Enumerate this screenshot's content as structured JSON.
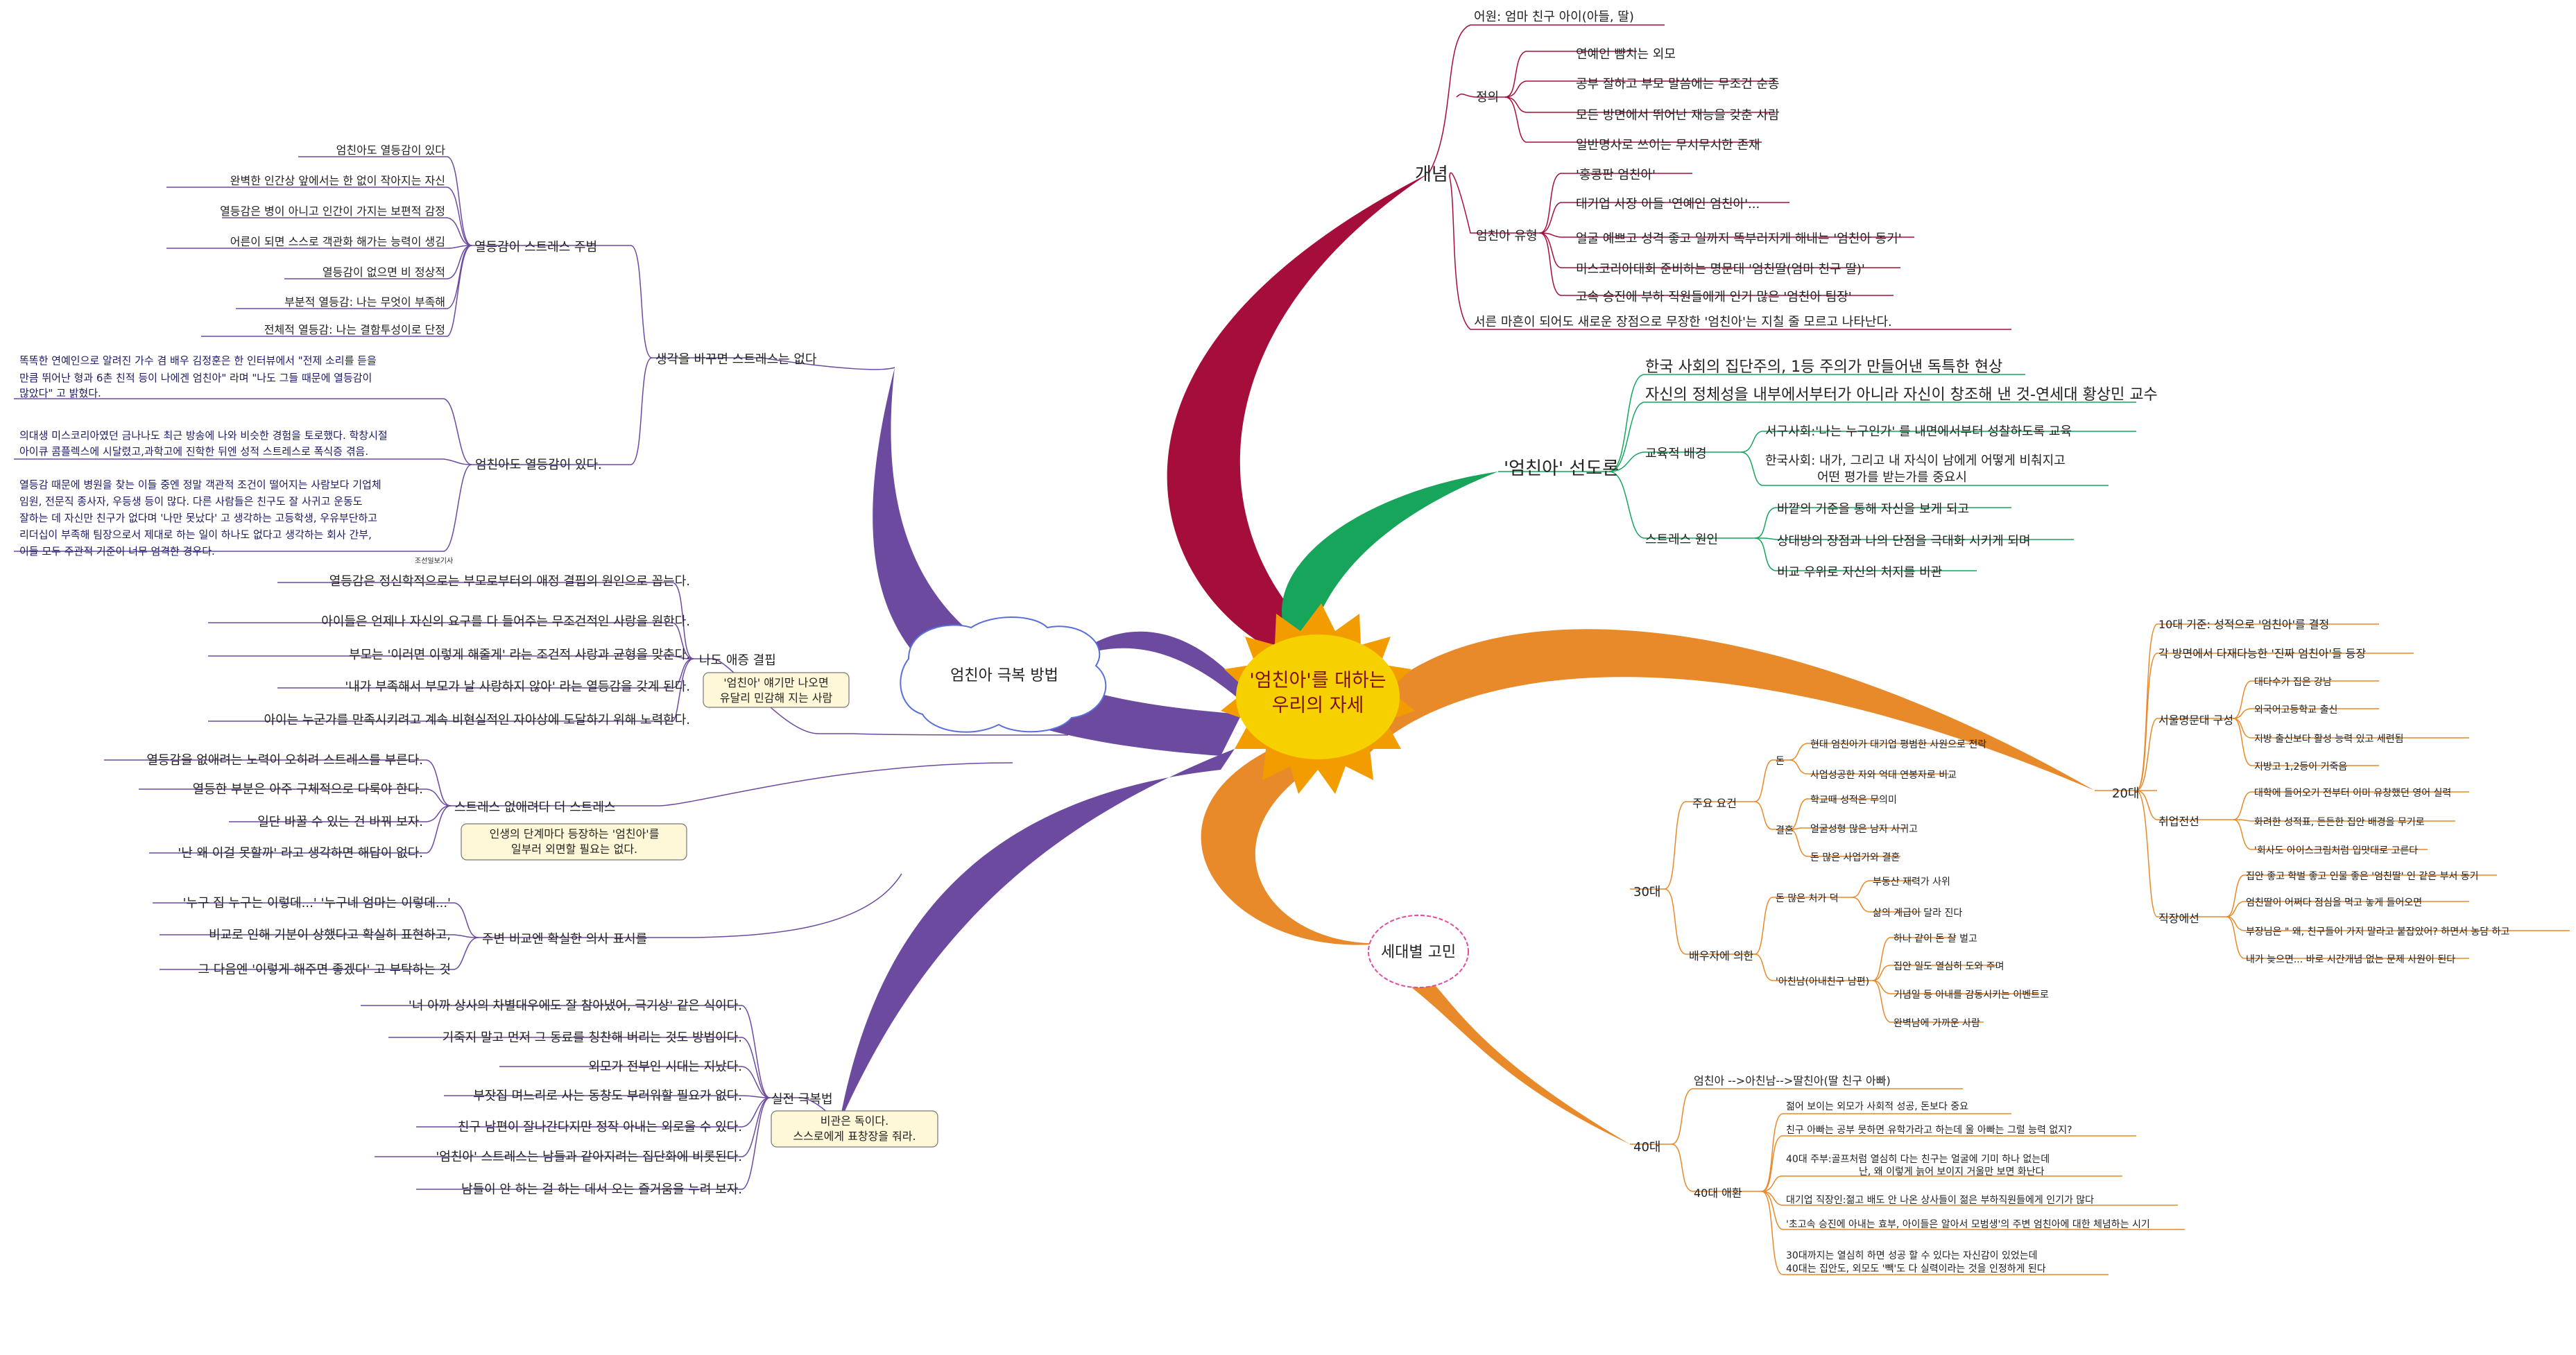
{
  "center": {
    "line1": "'엄친아'를 대하는",
    "line2": "우리의 자세"
  },
  "colors": {
    "branch_concept": "#a50e3a",
    "branch_pioneer": "#16a55a",
    "branch_generation": "#e8892a",
    "branch_overcome": "#6b4aa0",
    "center_sun": "#f7d000",
    "center_ray": "#f29c00"
  },
  "branches": {
    "concept": {
      "label": "개념",
      "etymology": "어원: 엄마 친구 아이(아들, 딸)",
      "definition": {
        "label": "정의",
        "items": [
          "연예인 뺨치는 외모",
          "공부 잘하고 부모 말씀에는 무조건 순종",
          "모든 방면에서 뛰어난 재능을 갖춘 사람",
          "일반명사로 쓰이는 무시무시한 존재"
        ]
      },
      "types": {
        "label": "엄친아 유형",
        "items": [
          "'홍콩판 엄친아'",
          "대기업 사장 아들 '연예인 엄친아'...",
          "얼굴 예쁘고 성격 좋고 일까지 똑부러지게 해내는 '엄친아 동기'",
          "미스코리아대회 준비하는 명문대 '엄친딸(엄마 친구 딸)'",
          "고속 승진에 부하 직원들에게 인기 많은 '엄친아 팀장'"
        ]
      },
      "note": "서른 마흔이 되어도 새로운 장점으로 무장한 '엄친아'는 지칠 줄 모르고 나타난다."
    },
    "pioneer": {
      "label": "'엄친아' 선도론",
      "items": [
        "한국 사회의 집단주의, 1등 주의가 만들어낸  독특한 현상",
        "자신의 정체성을 내부에서부터가 아니라 자신이 창조해 낸 것-연세대 황상민 교수"
      ],
      "education": {
        "label": "교육적 배경",
        "items": [
          "서구사회:'나는 누구인가' 를  내면에서부터 성찰하도록 교육",
          "한국사회: 내가, 그리고 내 자식이 남에게  어떻게 비춰지고",
          "어떤 평가를 받는가를 중요시"
        ]
      },
      "stress": {
        "label": "스트레스 원인",
        "items": [
          "바깥의 기준을 통해 자신을 보게  되고",
          "상대방의 장점과 나의 단점을 극대화 시키게 되며",
          "비교 우위로 자신의 처지를 비관"
        ]
      }
    },
    "generation": {
      "label": "세대별 고민",
      "age20": {
        "label": "20대",
        "criteria": "10대 기준: 성적으로 '엄친아'를 결정",
        "multi": "각 방면에서  다재다능한 '진짜 엄친아'들  등장",
        "seoul": {
          "label": "서울명문대 구성",
          "items": [
            "대다수가 집은 강남",
            "외국어고등학교 출신",
            "지방 출신보다 활성 능력 있고 세련됨",
            "지방고 1,2등이 기죽음"
          ]
        },
        "job": {
          "label": "취업전선",
          "items": [
            "대학에 들어오기 전부터 이미 유창했던 영어 실력",
            "화려한 성적표, 든든한 집안  배경을 무기로",
            "'회사도 아이스크림처럼 입맛대로 고른다"
          ]
        },
        "work": {
          "label": "직장에선",
          "items": [
            "집안 좋고 학벌 좋고 인물 좋은 '엄친딸' 인 같은 부서 동기",
            "엄친딸이  어쩌다 점심을 먹고 놓게 들어오면",
            "부장님은 \" 왜, 친구들이 가지  말라고 붙잡았어? 하면서 농담 하고",
            "내가 늦으면... 바로 시간개념 없는  문제 사원이  된다"
          ]
        }
      },
      "age30": {
        "label": "30대",
        "cond": {
          "label": "주요 요건",
          "money": {
            "label": "돈",
            "items": [
              "현대 엄친아가 대기업 평범한 사원으로 전락",
              "사업성공한 자와 억대 연봉자로 비교"
            ]
          },
          "marriage": {
            "label": "결혼",
            "items": [
              "학교때 성적은 무의미",
              "얼굴성형 많은 남자 사귀고",
              "돈 많은 사업가와 결혼"
            ]
          }
        },
        "spouse": {
          "label": "배우자에 의한",
          "rich": {
            "label": "돈 많은 처가 덕",
            "items": [
              "부동산 재력가 사위",
              "삶의 계급이 달라 진다"
            ]
          },
          "husband": {
            "label": "'아친남(아내친구 남편)",
            "items": [
              "하나 같이 돈 잘 벌고",
              "집안 일도 열심히 도와 주며",
              "기념일 등 아내를 감동시키는 이벤트로",
              "완벽남에 가까운 사람"
            ]
          }
        }
      },
      "age40": {
        "label": "40대",
        "chain": "엄친아 -->아친남-->딸친아(딸 친구 아빠)",
        "regret": {
          "label": "40대 애환",
          "items": [
            "젊어 보이는 외모가 사회적 성공, 돈보다 중요",
            "친구 아빠는 공부 뭇하면 유학가라고 하는데 울 아빠는 그럴 능력 없지?",
            "40대 주부:골프처럼 열심히 다는 친구는 얼굴에 기미 하나 없는데",
            "난, 왜 이렇게 늙어 보이지 거울만 보면 화난다",
            "대기업 직장인:젊고 배도 안 나온 상사들이 젊은 부하직원들에게 인기가 많다",
            "'초고속 승진에 아내는 효부, 아이들은 알아서 모범생'의 주변 엄친아에 대한 체념하는 시기",
            "30대까지는 열심히 하면 성공 할 수 있다는 자신감이 있었는데",
            "40대는 집안도, 외모도 '빽'도 다 실력이라는 것을 인정하게 된다"
          ]
        }
      }
    },
    "overcome": {
      "label": "엄친아 극복 방법",
      "mindset": {
        "label": "생각을 바꾸면 스트레스는 없다",
        "inferiority": {
          "label": "열등감이 스트레스 주범",
          "items": [
            "엄친아도 열등감이 있다",
            "완벽한 인간상 앞에서는 한 없이 작아지는 자신",
            "열등감은 병이 아니고 인간이 가지는 보편적 감정",
            "어른이 되면 스스로 객관화 해가는 능력이 생김",
            "열등감이 없으면 비 정상적",
            "부분적 열등감: 나는 무엇이 부족해",
            "전체적 열등감: 나는 결함투성이로 단정"
          ]
        },
        "also": {
          "label": "엄친아도 열등감이 있다.",
          "notes": [
            "똑똑한 연예인으로 알려진 가수 겸 배우 김정훈은 한 인터뷰에서 \"전제 소리를 듣을",
            "만큼 뛰어난 형과 6촌 친적 등이 나에겐 엄친아\" 라며 \"나도 그들 때문에 열등감이",
            "많았다\" 고 밝혔다.",
            "의대생 미스코리아였던 금나나도 최근 방송에 나와 비슷한 경험을 토로했다. 학창시절",
            "아이큐 콤플렉스에 시달렸고,과학고에 진학한 뒤엔 성적 스트레스로 폭식증 겪음.",
            "열등감 때문에 병원을 찾는 이들 중엔 정말 객관적 조건이 떨어지는 사람보다 기업체",
            "임원, 전문직 종사자, 우등생 등이 많다. 다른 사람들은 친구도 잘 사귀고 운동도",
            "잘하는 데 자신만 친구가 없다며 '나만 못났다' 고 생각하는 고등학생, 우유부단하고",
            "리더십이 부족해 팀장으로서 제대로 하는 일이 하나도 없다고 생각하는 회사 간부,",
            "이들 모두 주관적 기준이 너무 엄격한 경우다."
          ],
          "source": "조선일보기사"
        }
      },
      "cause": {
        "label": "나도 애증 결핍",
        "items": [
          "열등감은 정신학적으로는 부모로부터의 애정 결핍의 원인으로 꼽는다.",
          "아이들은  언제나 자신의 요구를 다 들어주는 무조건적인 사랑을 원한다.",
          "부모는 '이러면 이렇게 해줄게' 라는 조건적 사랑과 균형을 맞춘다.",
          "'내가 부족해서 부모가 날  사랑하지 않아' 라는 열등감을 갖게 된다.",
          "아이는 누군가를 만족시키려고 계속 비현실적인 자아상에 도달하기 위해 노력한다."
        ],
        "callout": [
          "'엄친아' 얘기만 나오면",
          "유달리 민감해 지는 사람"
        ]
      },
      "avoid": {
        "label": "스트레스 없애려다 더 스트레스",
        "items": [
          "열등감을 없애려는 노력이 오히려 스트레스를 부른다.",
          "열등한 부분은 아주 구체적으로 다룩야 한다.",
          "일단 바꿀 수 있는 건 바꿔 보자.",
          "'난 왜 이걸 못할까' 라고 생각하면 해답이 없다."
        ],
        "callout": [
          "인생의 단계마다 등장하는 '엄친아'를",
          "일부러 외면할 필요는 없다."
        ]
      },
      "express": {
        "label": "주변 비교엔 확실한 의사 표시를",
        "items": [
          "'누구 집 누구는 이렇데...' '누구네 엄마는 이렇데...'",
          "비교로 인해 기분이 상했다고 확실히 표현하고,",
          "그 다음엔 '이렇게 해주면 좋겠다' 고 부탁하는 것"
        ]
      },
      "practice": {
        "label": "실전 극복법",
        "items": [
          "'너 아까 상사의 차별대우에도 잘 참아냈어, 극기상' 같은 식이다.",
          "기죽지 말고 먼저 그 동료를 칭찬해 버리는 것도 방법이다.",
          "외모가 전부인 시대는 지났다.",
          "부잣집 며느리로 사는 동창도 부러워할 필요가 없다.",
          "친구 남편이 잘나간다지만 정작 아내는 외로울 수 있다.",
          "'엄친아' 스트레스는  남들과 같아지려는 집단화에 비롯된다.",
          "남들이 안 하는 걸 하는 데서 오는 즐거움을 누려 보자."
        ],
        "callout": [
          "비관은 독이다.",
          "스스로에게 표창장을 줘라."
        ]
      }
    }
  }
}
